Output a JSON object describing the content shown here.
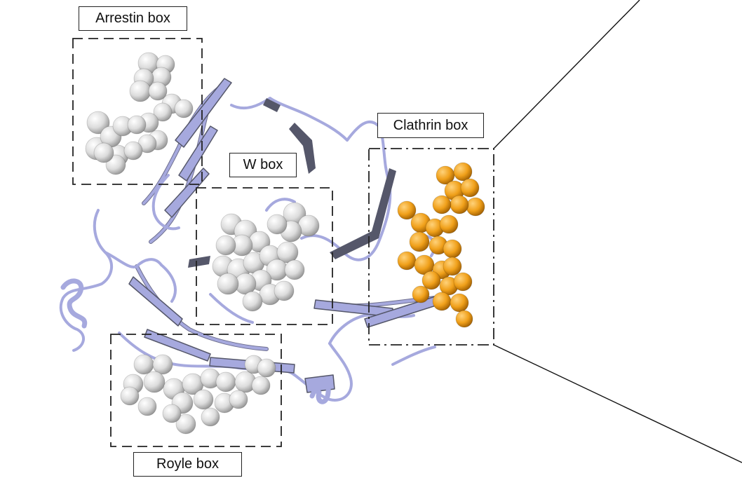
{
  "labels": {
    "arrestin": "Arrestin box",
    "w": "W box",
    "clathrin": "Clathrin box",
    "royle": "Royle box"
  },
  "colors": {
    "ribbon": "#a6a9de",
    "ribbon_dark": "#55576a",
    "ligand_white": "#e4e4e4",
    "ligand_orange": "#f3a21c",
    "box_stroke": "#222222"
  }
}
